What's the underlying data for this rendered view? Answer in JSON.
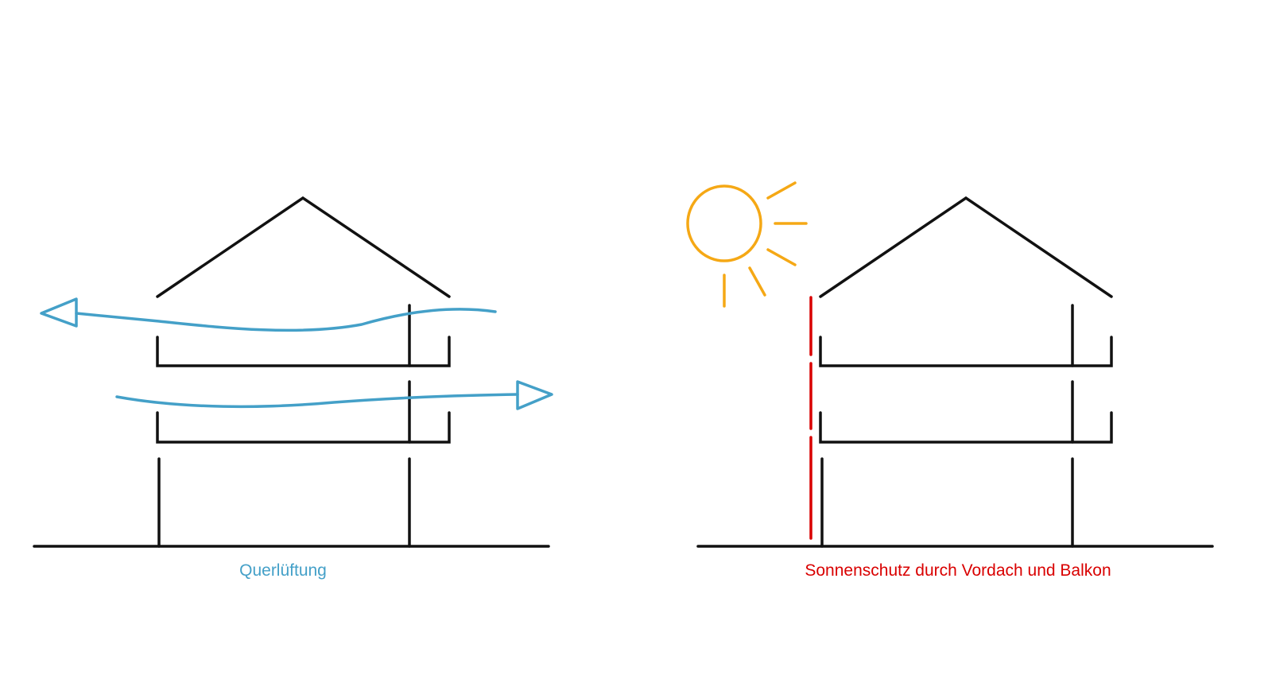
{
  "diagrams": [
    {
      "id": "cross-ventilation",
      "caption": "Querlüftung",
      "color": "#44a0c8"
    },
    {
      "id": "sun-protection",
      "caption": "Sonnenschutz durch Vordach und Balkon",
      "color": "#d90000"
    }
  ],
  "colors": {
    "lines": "#111111",
    "sun": "#f5a815"
  }
}
